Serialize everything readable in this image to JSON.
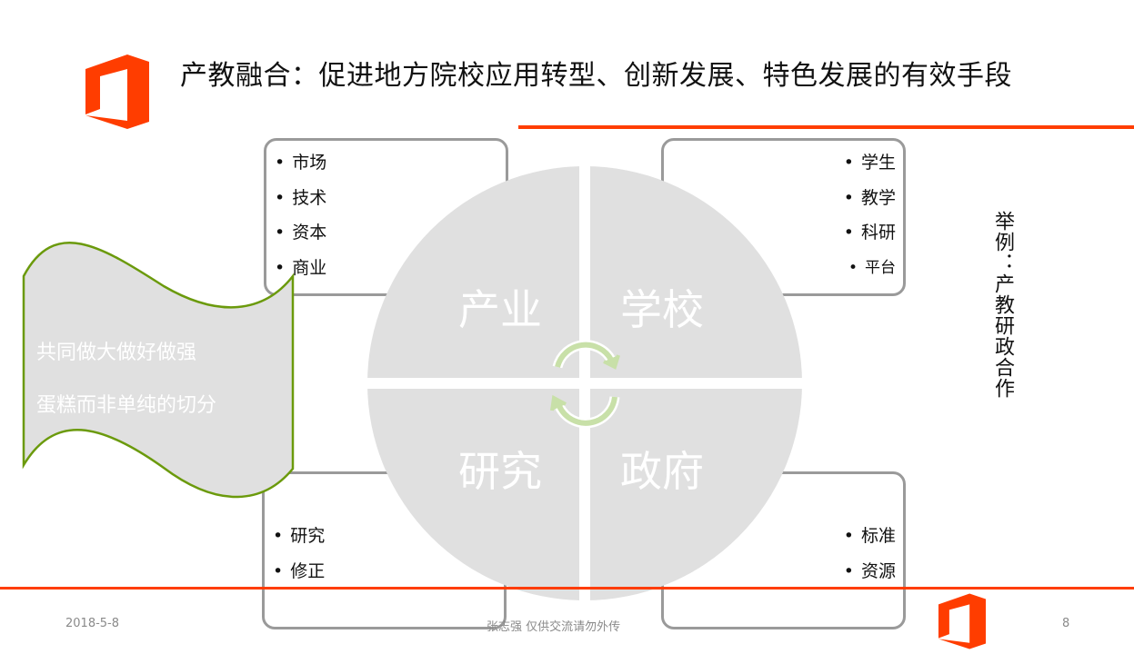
{
  "title": "产教融合：促进地方院校应用转型、创新发展、特色发展的有效手段",
  "colors": {
    "accent": "#ff3d00",
    "circle": "#e0e0e0",
    "banner_stroke": "#6b9a0c",
    "arrows": "#c8e0a8",
    "box_border": "#9a9a9a"
  },
  "quadrants": {
    "top_left": {
      "label": "产业",
      "items": [
        "市场",
        "技术",
        "资本",
        "商业"
      ]
    },
    "top_right": {
      "label": "学校",
      "items": [
        "学生",
        "教学",
        "科研",
        "平台"
      ]
    },
    "bottom_left": {
      "label": "研究",
      "items": [
        "研究",
        "修正"
      ]
    },
    "bottom_right": {
      "label": "政府",
      "items": [
        "标准",
        "资源"
      ]
    }
  },
  "banner": {
    "lines": [
      "共同做大做好做强",
      "蛋糕而非单纯的切分"
    ]
  },
  "side_note": "举例：产教研政合作",
  "footer": {
    "date": "2018-5-8",
    "author": "张志强 仅供交流请勿外传",
    "page": "8"
  },
  "icons": {
    "logo": "office-logo-icon",
    "cycle": "cycle-arrows-icon"
  }
}
